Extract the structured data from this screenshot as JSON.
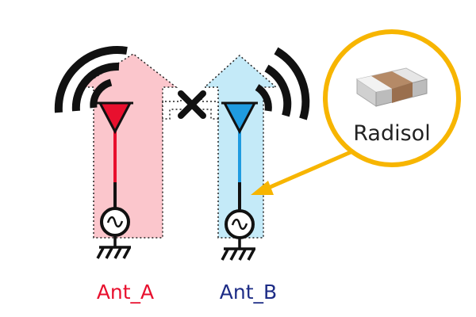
{
  "antennas": [
    {
      "label": "Ant_A",
      "color": "#e8102e",
      "arrow_fill": "#fbc6cc"
    },
    {
      "label": "Ant_B",
      "color": "#1f9be0",
      "label_color": "#1d2c86",
      "arrow_fill": "#c4eaf8"
    }
  ],
  "component": {
    "name": "Radisol",
    "callout_color": "#f7b500"
  },
  "icons": {
    "signal_source": "ac-source-icon",
    "ground": "ground-icon",
    "antenna": "antenna-triangle-icon",
    "waves": "radio-waves-icon",
    "interference": "cross-icon"
  }
}
